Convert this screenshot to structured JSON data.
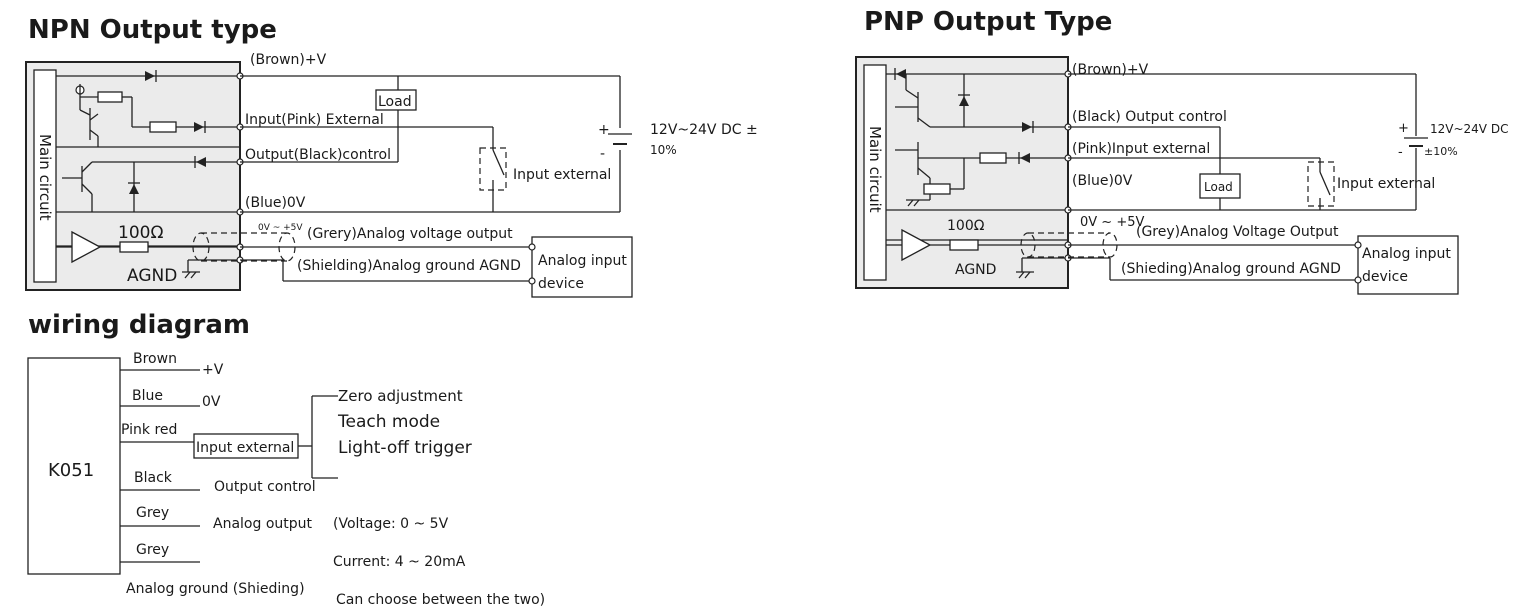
{
  "npn": {
    "title": "NPN Output type",
    "main_circuit": "Main circuit",
    "brown": "(Brown)+V",
    "pink": "Input(Pink) External",
    "black": "Output(Black)control",
    "blue": "(Blue)0V",
    "range": "0V ~ +5V",
    "grey": "(Grery)Analog voltage output",
    "shield": "(Shielding)Analog ground AGND",
    "ohm": "100Ω",
    "agnd": "AGND",
    "load": "Load",
    "supply_sign_plus": "+",
    "supply_sign_minus": "-",
    "supply_1": "12V~24V  DC ±",
    "supply_2": "10%",
    "switch": "Input external",
    "device_1": "Analog input",
    "device_2": "device"
  },
  "pnp": {
    "title": "PNP Output Type",
    "main_circuit": "Main circuit",
    "brown": "(Brown)+V",
    "black": "(Black) Output control",
    "pink": "(Pink)Input external",
    "blue": "(Blue)0V",
    "range": "0V ~ +5V",
    "grey": "(Grey)Analog Voltage Output",
    "shield": "(Shieding)Analog ground AGND",
    "ohm": "100Ω",
    "agnd": "AGND",
    "load": "Load",
    "supply_sign_plus": "+",
    "supply_sign_minus": "-",
    "supply_1": "12V~24V  DC",
    "supply_2": "±10%",
    "switch": "Input external",
    "device_1": "Analog input",
    "device_2": "device"
  },
  "wiring": {
    "title": "wiring diagram",
    "model": "K051",
    "wires": [
      "Brown",
      "Blue",
      "Pink red",
      "Black",
      "Grey",
      "Grey"
    ],
    "plus_v": "+V",
    "zero_v": "0V",
    "input_external": "Input external",
    "modes": [
      "Zero adjustment",
      "Teach mode",
      "Light-off trigger"
    ],
    "output_control": "Output control",
    "analog_output": "Analog output",
    "voltage": "(Voltage:  0 ~ 5V",
    "current": "Current:  4 ~ 20mA",
    "choose": "Can choose between the two)",
    "ground": "Analog ground (Shieding)"
  }
}
